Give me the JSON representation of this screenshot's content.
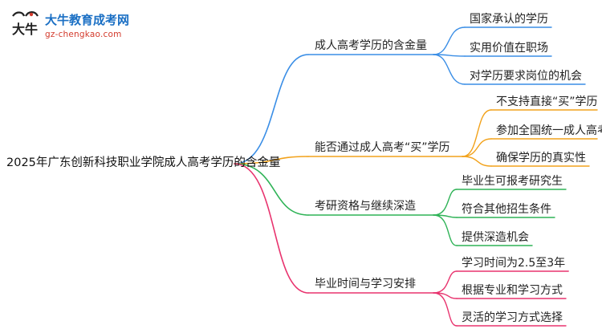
{
  "logo": {
    "name": "大牛教育成考网",
    "url": "gz-chengkao.com",
    "mark_text": "大牛"
  },
  "root": "2025年广东创新科技职业学院成人高考学历的含金量",
  "branches": [
    {
      "label": "成人高考学历的含金量",
      "color": "#3a8ee6",
      "children": [
        "国家承认的学历",
        "实用价值在职场",
        "对学历要求岗位的机会"
      ]
    },
    {
      "label": "能否通过成人高考“买”学历",
      "color": "#f2a21b",
      "children": [
        "不支持直接“买”学历",
        "参加全国统一成人高考",
        "确保学历的真实性"
      ]
    },
    {
      "label": "考研资格与继续深造",
      "color": "#2fb357",
      "children": [
        "毕业生可报考研究生",
        "符合其他招生条件",
        "提供深造机会"
      ]
    },
    {
      "label": "毕业时间与学习安排",
      "color": "#e8336e",
      "children": [
        "学习时间为2.5至3年",
        "根据专业和学习方式",
        "灵活的学习方式选择"
      ]
    }
  ]
}
